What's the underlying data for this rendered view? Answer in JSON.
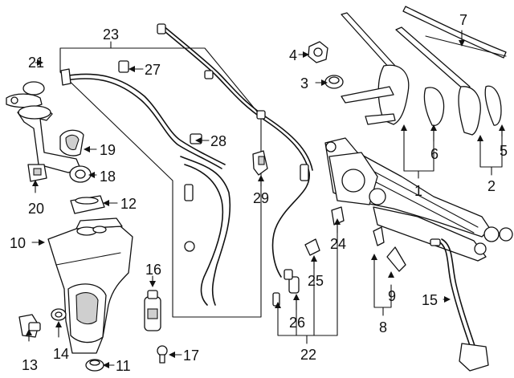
{
  "diagram": {
    "title": "Windshield wiper and washer system parts diagram",
    "callouts": [
      {
        "id": "c1",
        "text": "1"
      },
      {
        "id": "c2",
        "text": "2"
      },
      {
        "id": "c3",
        "text": "3"
      },
      {
        "id": "c4",
        "text": "4"
      },
      {
        "id": "c5",
        "text": "5"
      },
      {
        "id": "c6",
        "text": "6"
      },
      {
        "id": "c7",
        "text": "7"
      },
      {
        "id": "c8",
        "text": "8"
      },
      {
        "id": "c9",
        "text": "9"
      },
      {
        "id": "c10",
        "text": "10"
      },
      {
        "id": "c11",
        "text": "11"
      },
      {
        "id": "c12",
        "text": "12"
      },
      {
        "id": "c13",
        "text": "13"
      },
      {
        "id": "c14",
        "text": "14"
      },
      {
        "id": "c15",
        "text": "15"
      },
      {
        "id": "c16",
        "text": "16"
      },
      {
        "id": "c17",
        "text": "17"
      },
      {
        "id": "c18",
        "text": "18"
      },
      {
        "id": "c19",
        "text": "19"
      },
      {
        "id": "c20",
        "text": "20"
      },
      {
        "id": "c21",
        "text": "21"
      },
      {
        "id": "c22",
        "text": "22"
      },
      {
        "id": "c23",
        "text": "23"
      },
      {
        "id": "c24",
        "text": "24"
      },
      {
        "id": "c25",
        "text": "25"
      },
      {
        "id": "c26",
        "text": "26"
      },
      {
        "id": "c27",
        "text": "27"
      },
      {
        "id": "c28",
        "text": "28"
      },
      {
        "id": "c29",
        "text": "29"
      }
    ]
  }
}
